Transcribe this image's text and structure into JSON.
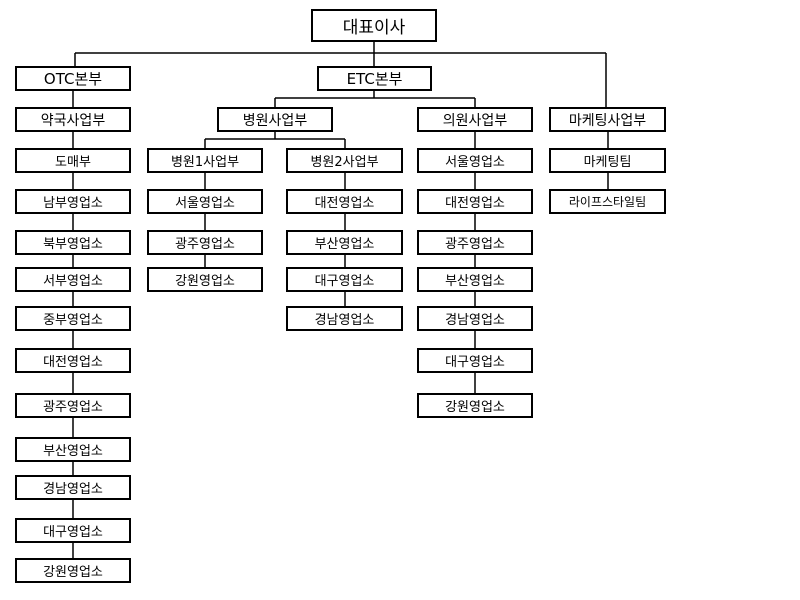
{
  "org": {
    "root": "대표이사",
    "otc": {
      "name": "OTC본부",
      "division": "약국사업부",
      "units": [
        "도매부",
        "남부영업소",
        "북부영업소",
        "서부영업소",
        "중부영업소",
        "대전영업소",
        "광주영업소",
        "부산영업소",
        "경남영업소",
        "대구영업소",
        "강원영업소"
      ]
    },
    "etc": {
      "name": "ETC본부",
      "hospital": {
        "name": "병원사업부",
        "team1": {
          "name": "병원1사업부",
          "units": [
            "서울영업소",
            "광주영업소",
            "강원영업소"
          ]
        },
        "team2": {
          "name": "병원2사업부",
          "units": [
            "대전영업소",
            "부산영업소",
            "대구영업소",
            "경남영업소"
          ]
        }
      },
      "clinic": {
        "name": "의원사업부",
        "units": [
          "서울영업소",
          "대전영업소",
          "광주영업소",
          "부산영업소",
          "경남영업소",
          "대구영업소",
          "강원영업소"
        ]
      }
    },
    "marketing": {
      "name": "마케팅사업부",
      "units": [
        "마케팅팀",
        "라이프스타일팀"
      ]
    }
  }
}
